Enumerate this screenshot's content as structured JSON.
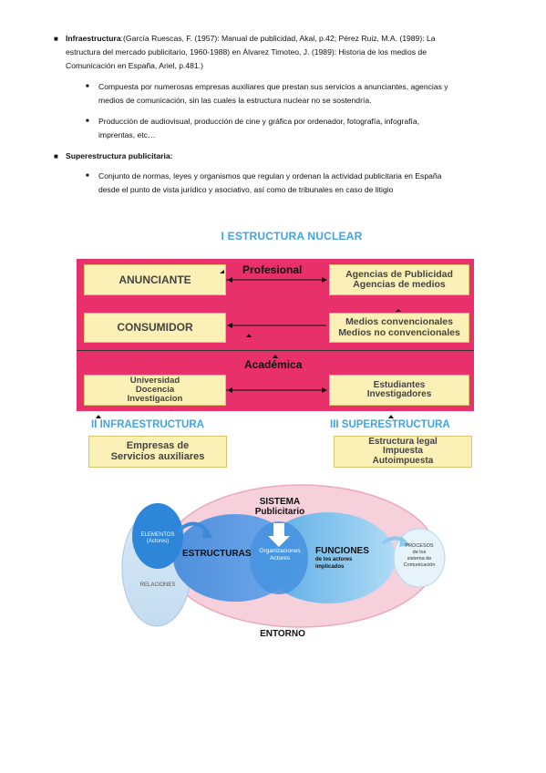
{
  "bullets": [
    {
      "label": "Infraestructura",
      "text_lines": [
        ":(García Ruescas, F. (1957): Manual de publicidad, Akal, p.42; Pérez Ruiz, M.A. (1989): La",
        "estructura del mercado publicitario, 1960-1988) en Álvarez Timoteo, J. (1989): Historia de los medios de",
        "Comunicación en España, Ariel, p.481.)"
      ],
      "sub": [
        [
          "Compuesta por numerosas empresas auxiliares que prestan sus servicios a anunciantes, agencias y",
          "medios de comunicación, sin las cuales la estructura nuclear no se sostendría."
        ],
        [
          "Producción de audiovisual, producción de cine y gráfica por ordenador, fotografía, infografía,",
          "imprentas, etc…"
        ]
      ]
    },
    {
      "label": "Superestructura publicitaria:",
      "sub": [
        [
          "Conjunto de normas, leyes y organismos que regulan y ordenan la actividad publicitaria en España",
          "desde el punto de vista jurídico y asociativo, así como de tribunales en caso de litigio"
        ]
      ]
    }
  ],
  "diagram1": {
    "title": "I ESTRUCTURA NUCLEAR",
    "profesional": "Profesional",
    "academica": "Académica",
    "anunciante": "ANUNCIANTE",
    "consumidor": "CONSUMIDOR",
    "agencias": [
      "Agencias de Publicidad",
      "Agencias de medios"
    ],
    "medios": [
      "Medios convencionales",
      "Medios no convencionales"
    ],
    "universidad": [
      "Universidad",
      "Docencia",
      "Investigacion"
    ],
    "estudiantes": [
      "Estudiantes",
      "Investigadores"
    ],
    "infra_title": "II INFRAESTRUCTURA",
    "infra_box": [
      "Empresas de",
      "Servicios auxiliares"
    ],
    "super_title": "III SUPERESTRUCTURA",
    "super_box": [
      "Estructura legal",
      "Impuesta",
      "Autoimpuesta"
    ],
    "colors": {
      "pink": "#e8306a",
      "yellow": "#fbf0b5",
      "blue_title": "#3fa3e6"
    }
  },
  "diagram2": {
    "sistema": "SISTEMA",
    "publicitario": "Publicitario",
    "elementos": [
      "ELEMENTOS",
      "(Actores)"
    ],
    "estructuras": "ESTRUCTURAS",
    "organizaciones": [
      "Organizaciones",
      "Actores"
    ],
    "funciones": [
      "FUNCIONES",
      "de los actores",
      "implicados"
    ],
    "procesos": [
      "PROCESOS",
      "de los",
      "sistema de",
      "Comunicación"
    ],
    "relaciones": "RELACIONES",
    "entorno": "ENTORNO"
  }
}
